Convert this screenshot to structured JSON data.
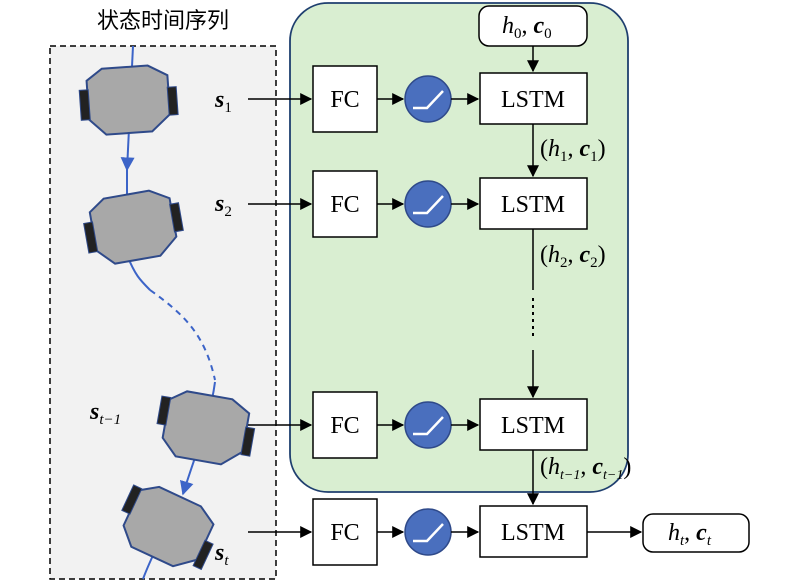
{
  "title": "状态时间序列",
  "blocks": {
    "fc": "FC",
    "lstm": "LSTM"
  },
  "inputs": [
    {
      "sym": "s",
      "sub": "1"
    },
    {
      "sym": "s",
      "sub": "2"
    },
    {
      "sym": "s",
      "sub": "t−1"
    },
    {
      "sym": "s",
      "sub": "t"
    }
  ],
  "initial_state": {
    "h": "h",
    "h_sub": "0",
    "c": "c",
    "c_sub": "0"
  },
  "hidden_states": [
    {
      "h": "h",
      "h_sub": "1",
      "c": "c",
      "c_sub": "1"
    },
    {
      "h": "h",
      "h_sub": "2",
      "c": "c",
      "c_sub": "2"
    },
    {
      "h": "h",
      "h_sub": "t−1",
      "c": "c",
      "c_sub": "t−1"
    }
  ],
  "output_state": {
    "h": "h",
    "h_sub": "t",
    "c": "c",
    "c_sub": "t"
  },
  "colors": {
    "green_panel": "#d9eed1",
    "relu_circle": "#4a6fbe",
    "robot_body": "#a8a8a8",
    "robot_edge": "#2f4a8a",
    "trajectory": "#3c64c8",
    "dashed_panel_bg": "#f2f2f2"
  },
  "icons": [
    "robot-icon",
    "relu-activation-icon"
  ]
}
